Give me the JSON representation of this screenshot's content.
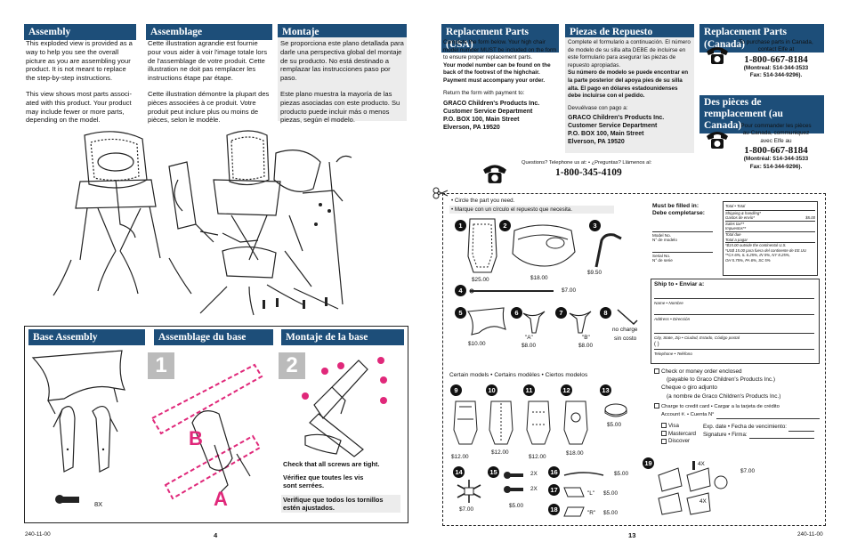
{
  "left": {
    "assembly": {
      "title": "Assembly",
      "p1": "This exploded view is provided as a way to help you see the overall picture as you are assembling your product. It is not meant to replace the step-by-step instructions.",
      "p2": "This view shows most parts associ-ated with this product. Your product may include fewer or more parts, depending on the model."
    },
    "assemblage": {
      "title": "Assemblage",
      "p1": "Cette illustration agrandie est fournie pour vous aider à voir l'image totale lors de l'assemblage de votre produit. Cette illustration ne doit pas remplacer les instructions étape par étape.",
      "p2": "Cette illustration démontre la plupart des pièces associées à ce produit. Votre produit peut inclure plus ou moins de pièces, selon le modèle."
    },
    "montaje": {
      "title": "Montaje",
      "p1": "Se proporciona este plano detallada para darle una perspectiva global del montaje de su producto. No está destinado a remplazar las instrucciones paso por paso.",
      "p2": "Este plano muestra la mayoría de las piezas asociadas con este producto. Su producto puede incluir más o menos piezas, según el modelo."
    },
    "base": {
      "title_en": "Base Assembly",
      "title_fr": "Assemblage du base",
      "title_es": "Montaje de la base",
      "screws": "8X",
      "step1": "1",
      "step2": "2",
      "label_a": "A",
      "label_b": "B",
      "check_en": "Check that all screws are tight.",
      "check_fr": "Vérifiez que toutes les vis sont serrées.",
      "check_es": "Verifique que todos los tornillos estén ajustados."
    },
    "footer_code": "240-11-00",
    "page_num": "4"
  },
  "right": {
    "usa": {
      "title": "Replacement Parts (USA)",
      "p1": "Complete the form below. Your high chair model number MUST be included on the form to ensure proper replacement parts.",
      "p1b": "Your model number can be found on the back of the footrest of the highchair. Payment must accompany your order.",
      "p2": "Return the form with payment to:",
      "addr": [
        "GRACO Children's Products Inc.",
        "Customer Service Department",
        "P.O. BOX 100, Main Street",
        "Elverson, PA 19520"
      ]
    },
    "ee": {
      "title": "Piezas de Repuesto (EE.UU)",
      "p1": "Complete el formulario a continuación. El número de modelo de su silla alta DEBE de incluirse en este formulario para asegurar las piezas de repuesto apropiadas.",
      "p1b": "Su número de modelo se puede encontrar en la parte posterior del apoya pies de su silla alta. El pago en dólares estadounidenses debe incluirse con el pedido.",
      "p2": "Devuélvase con pago a:",
      "addr": [
        "GRACO Children's Products Inc.",
        "Customer Service Department",
        "P.O. BOX 100, Main Street",
        "Elverson, PA 19520"
      ]
    },
    "canada": {
      "title": "Replacement Parts (Canada)",
      "intro1": "To purchase parts in Canada,",
      "intro2": "contact Elfe at",
      "phone": "1-800-667-8184",
      "montreal": "(Montreal: 514-344-3533",
      "fax": "Fax: 514-344-9296)."
    },
    "canada_fr": {
      "title": "Des pièces de remplacement (au Canada)",
      "intro1": "Pour commander les pièces",
      "intro2": "au Canada, communiquez",
      "intro3": "avec Elfe au",
      "phone": "1-800-667-8184",
      "montreal": "(Montréal: 514-344-3533",
      "fax": "Fax: 514-344-9296)."
    },
    "questions": "Questions? Telephone us at: • ¿Preguntas? Llámenos al:",
    "us_phone": "1-800-345-4109",
    "form": {
      "circle_en": "• Circle the part you need.",
      "circle_es": "• Marque con un círculo el repuesto que necesita.",
      "must_title1": "Must be filled in:",
      "must_title2": "Debe completarse:",
      "model_no": "Model No.",
      "model_es": "N° de modelo",
      "serial_no": "Serial No.",
      "serial_es": "N° de serie",
      "totals": [
        "Total • Total",
        "Shipping & handling*",
        "Gastos de envío*",
        "$5.00",
        "Sales tax**",
        "Impuestos**",
        "Total due",
        "Total a pagar"
      ],
      "note1": "*$15.00 outside the continental U.S.",
      "note2": "*US$ 15.00 para fuera del continente de EE.UU",
      "note3": "**CA 6%, IL 6.25%, IN 5%, NY 8.25%,",
      "note4": "OH 5.75%, PA 6%, SC 5%",
      "ship_title": "Ship to • Enviar a:",
      "name": "Name • Nombre",
      "address": "Address • Dirección",
      "city": "City, State, Zip • Ciudad, Estado, Código postal",
      "phone_paren": "(        )",
      "telephone": "Telephone • Teléfono",
      "check_line1": "Check or money order enclosed",
      "check_line2": "(payable to Graco Children's Products Inc.)",
      "check_line3": "Cheque o giro adjunto",
      "check_line4": "(a nombre de Graco Children's Products Inc.)",
      "charge": "Charge to credit card • Cargar a la tarjeta de crédito",
      "account": "Account #. • Cuenta N°",
      "visa": "Visa",
      "mastercard": "Mastercard",
      "discover": "Discover",
      "exp": "Exp. date • Fecha de vencimiento:",
      "sig": "Signature • Firma:",
      "certain": "Certain models • Certains modèles • Ciertos modelos"
    },
    "parts": {
      "n1": "1",
      "n2": "2",
      "n3": "3",
      "n4": "4",
      "n5": "5",
      "n6": "6",
      "n7": "7",
      "n8": "8",
      "n9": "9",
      "n10": "10",
      "n11": "11",
      "n12": "12",
      "n13": "13",
      "n14": "14",
      "n15": "15",
      "n16": "16",
      "n17": "17",
      "n18": "18",
      "n19": "19",
      "p1": "$25.00",
      "p2": "$18.00",
      "p3": "$9.50",
      "p4": "$7.00",
      "p5": "$10.00",
      "p6a": "\"A\"",
      "p6": "$8.00",
      "p7a": "\"B\"",
      "p7": "$8.00",
      "p8a": "no charge",
      "p8b": "sin costo",
      "p9": "$12.00",
      "p10": "$12.00",
      "p11": "$12.00",
      "p12": "$18.00",
      "p13": "$5.00",
      "p14": "$7.00",
      "p15a": "2X",
      "p15b": "2X",
      "p15": "$5.00",
      "p16": "$5.00",
      "p17a": "\"L\"",
      "p17": "$5.00",
      "p18a": "\"R\"",
      "p18": "$5.00",
      "p19a": "4X",
      "p19b": "4X",
      "p19": "$7.00"
    },
    "page_num": "13",
    "footer_code": "240-11-00"
  }
}
